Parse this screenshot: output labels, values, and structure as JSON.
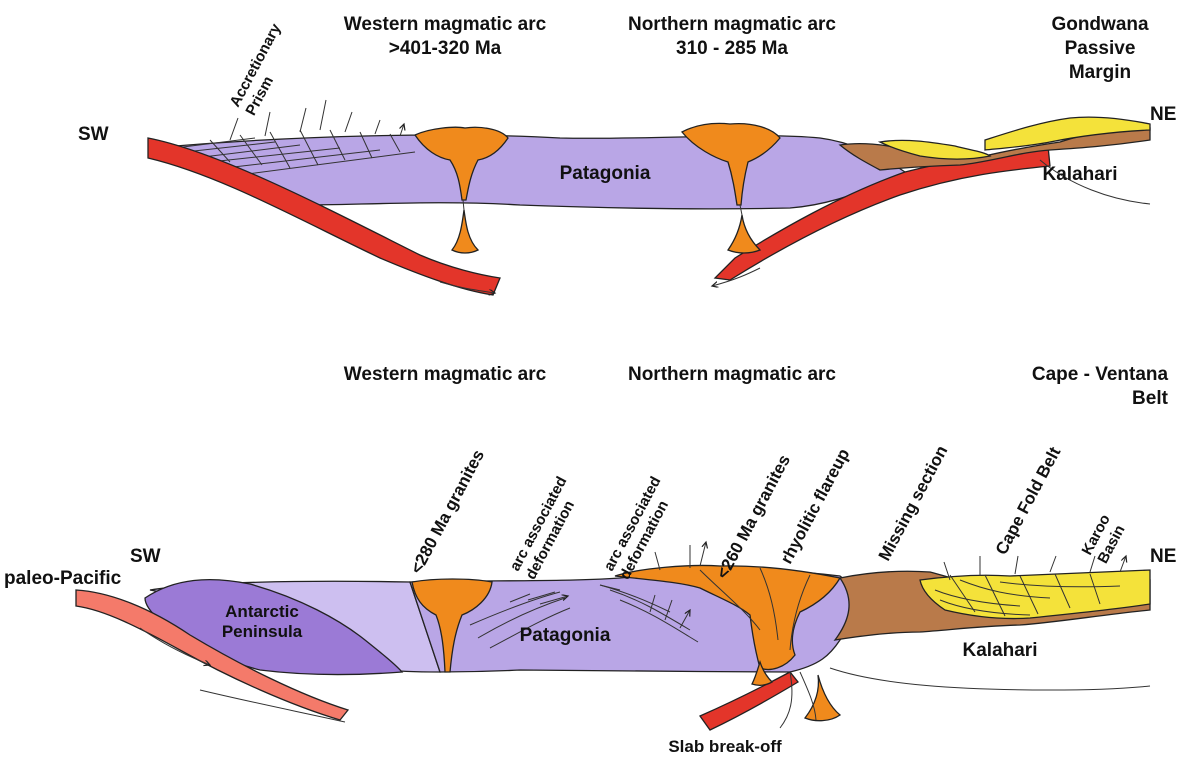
{
  "colors": {
    "patagonia": "#b9a6e6",
    "patagonia_light": "#cdbff0",
    "antarctic": "#9b7ad6",
    "magma": "#f08a1c",
    "slab": "#e3352a",
    "slab_pale": "#f47a6a",
    "sediment_brown": "#b97a4a",
    "sediment_yellow": "#f4e23a",
    "outline": "#222222"
  },
  "top_section": {
    "sw": "SW",
    "ne": "NE",
    "accretionary": [
      "Accretionary",
      "Prism"
    ],
    "western_arc": [
      "Western magmatic arc",
      ">401-320 Ma"
    ],
    "northern_arc": [
      "Northern magmatic arc",
      "310 - 285 Ma"
    ],
    "gondwana": [
      "Gondwana",
      "Passive",
      "Margin"
    ],
    "patagonia": "Patagonia",
    "kalahari": "Kalahari"
  },
  "bottom_section": {
    "western_arc": "Western magmatic arc",
    "northern_arc": "Northern magmatic arc",
    "cape_ventana": [
      "Cape - Ventana",
      "Belt"
    ],
    "sw": "SW",
    "ne": "NE",
    "paleo_pacific": "paleo-Pacific",
    "antarctic": [
      "Antarctic",
      "Peninsula"
    ],
    "patagonia": "Patagonia",
    "kalahari": "Kalahari",
    "granites_280": "<280 Ma granites",
    "arc_def_1": [
      "arc associated",
      "deformation"
    ],
    "arc_def_2": [
      "arc associated",
      "deformation"
    ],
    "granites_260": "<260 Ma granites",
    "rhyolitic": "rhyolitic flareup",
    "missing": "Missing section",
    "cape_fold": "Cape Fold Belt",
    "karoo": [
      "Karoo",
      "Basin"
    ],
    "slab_breakoff": "Slab break-off"
  }
}
